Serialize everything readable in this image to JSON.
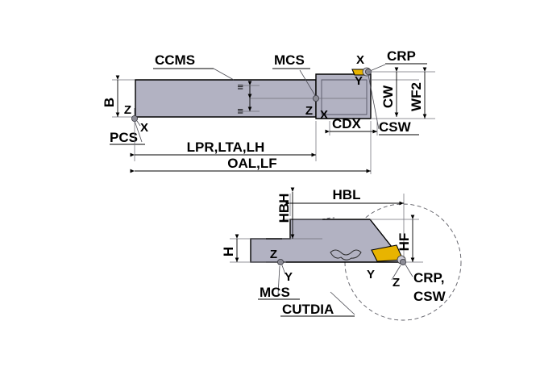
{
  "diagram": {
    "title": "Turning tool holder dimension diagram",
    "background_color": "#ffffff",
    "body_color": "#b2b2c2",
    "insert_color": "#e8b400",
    "line_color": "#000000",
    "extension_line_color": "#6f6f78"
  },
  "views": {
    "side_view": {
      "name": "side-view",
      "dimension_labels": [
        {
          "id": "ccms",
          "text": "CCMS"
        },
        {
          "id": "mcs",
          "text": "MCS"
        },
        {
          "id": "crp",
          "text": "CRP"
        },
        {
          "id": "pcs",
          "text": "PCS"
        },
        {
          "id": "b",
          "text": "B"
        },
        {
          "id": "cw",
          "text": "CW"
        },
        {
          "id": "wf2",
          "text": "WF2"
        },
        {
          "id": "cdx",
          "text": "CDX"
        },
        {
          "id": "csw",
          "text": "CSW"
        },
        {
          "id": "lpr_lta_lh",
          "text": "LPR,LTA,LH"
        },
        {
          "id": "oal_lf",
          "text": "OAL,LF"
        }
      ],
      "axis_markers": [
        {
          "id": "pcs-z",
          "text": "Z"
        },
        {
          "id": "pcs-x",
          "text": "X"
        },
        {
          "id": "mcs-z",
          "text": "Z"
        },
        {
          "id": "mcs-x",
          "text": "X"
        },
        {
          "id": "crp-x",
          "text": "X"
        },
        {
          "id": "crp-y",
          "text": "Y"
        }
      ]
    },
    "top_view": {
      "name": "top-view",
      "dimension_labels": [
        {
          "id": "hbh",
          "text": "HBH"
        },
        {
          "id": "hbl",
          "text": "HBL"
        },
        {
          "id": "h",
          "text": "H"
        },
        {
          "id": "hf",
          "text": "HF"
        },
        {
          "id": "mcs",
          "text": "MCS"
        },
        {
          "id": "cutdia",
          "text": "CUTDIA"
        },
        {
          "id": "crp_csw_1",
          "text": "CRP,"
        },
        {
          "id": "crp_csw_2",
          "text": "CSW"
        }
      ],
      "axis_markers": [
        {
          "id": "mcs-z",
          "text": "Z"
        },
        {
          "id": "mcs-y",
          "text": "Y"
        },
        {
          "id": "crp-y",
          "text": "Y"
        },
        {
          "id": "crp-z",
          "text": "Z"
        }
      ]
    }
  }
}
